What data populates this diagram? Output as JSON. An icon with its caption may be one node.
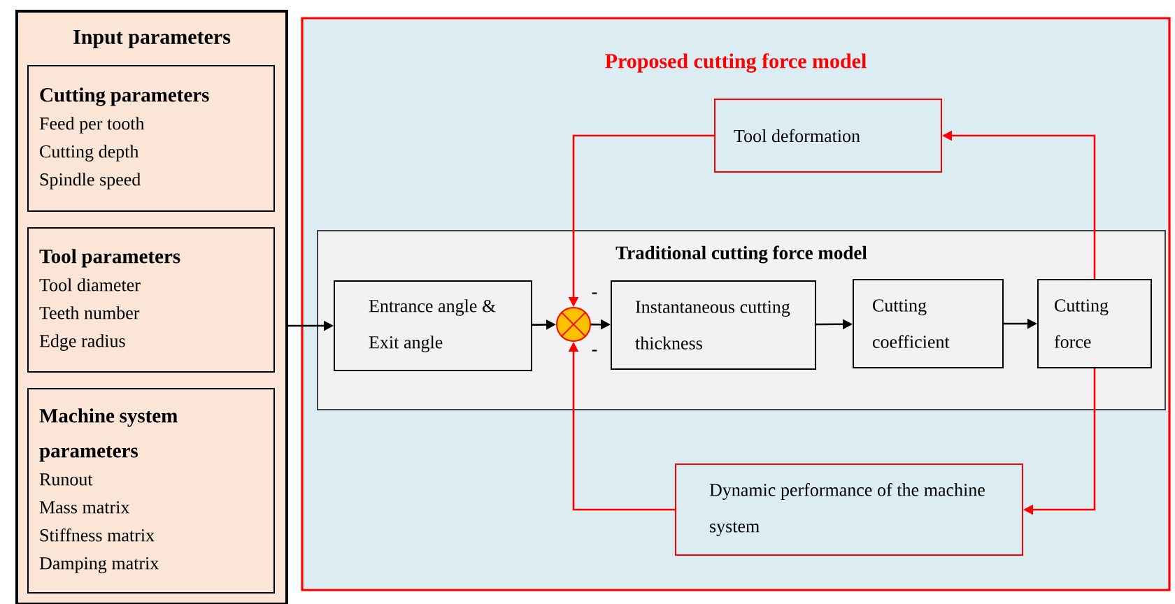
{
  "diagram": {
    "nodes": [
      {
        "text": [
          "Input parameters"
        ]
      },
      {
        "text": [
          "Cutting parameters",
          "Feed per tooth",
          "Cutting depth",
          "Spindle speed"
        ],
        "in": 0
      },
      {
        "text": [
          "Tool parameters",
          "Tool diameter",
          "Teeth number",
          "Edge radius"
        ],
        "in": 0
      },
      {
        "text": [
          "Machine system parameters",
          "Runout",
          "Mass matrix",
          "Stiffness matrix",
          "Damping matrix"
        ],
        "in": 0
      },
      {
        "text": [
          "Proposed cutting force model"
        ]
      },
      {
        "text": [
          "Tool deformation"
        ],
        "in": 4
      },
      {
        "text": [
          "Traditional cutting force model"
        ],
        "in": 4
      },
      {
        "text": [
          "Entrance angle & Exit angle"
        ],
        "in": 6
      },
      {
        "text": [],
        "shape": "circle",
        "beside": [
          "-",
          "-"
        ],
        "in": 6
      },
      {
        "text": [
          "Instantaneous cutting thickness"
        ],
        "in": 6
      },
      {
        "text": [
          "Cutting coefficient"
        ],
        "in": 6
      },
      {
        "text": [
          "Cutting force"
        ],
        "in": 6
      },
      {
        "text": [
          "Dynamic performance of the machine system"
        ],
        "in": 4
      }
    ],
    "edges": [
      {
        "from": 0,
        "to": 7,
        "arrow": "to"
      },
      {
        "from": 7,
        "to": 8,
        "arrow": "to"
      },
      {
        "from": 8,
        "to": 9,
        "arrow": "to"
      },
      {
        "from": 9,
        "to": 10,
        "arrow": "to"
      },
      {
        "from": 10,
        "to": 11,
        "arrow": "to"
      },
      {
        "from": 11,
        "to": 5,
        "arrow": "to",
        "color": "#ff0000"
      },
      {
        "from": 5,
        "to": 8,
        "arrow": "to",
        "color": "#ff0000"
      },
      {
        "from": 11,
        "to": 12,
        "arrow": "to",
        "color": "#ff0000"
      },
      {
        "from": 12,
        "to": 8,
        "arrow": "to",
        "color": "#ff0000"
      }
    ]
  }
}
